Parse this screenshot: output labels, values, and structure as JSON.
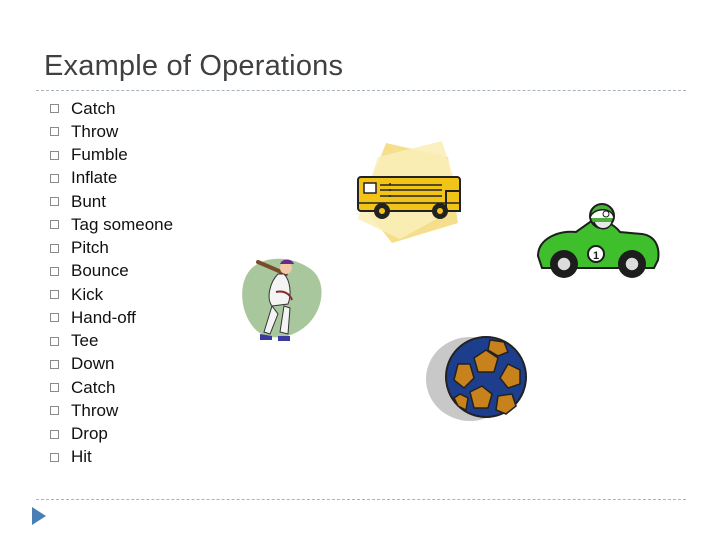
{
  "slide": {
    "title": "Example of Operations",
    "operations": [
      "Catch",
      "Throw",
      "Fumble",
      "Inflate",
      "Bunt",
      "Tag someone",
      "Pitch",
      "Bounce",
      "Kick",
      "Hand-off",
      "Tee",
      "Down",
      "Catch",
      "Throw",
      "Drop",
      "Hit"
    ]
  },
  "clipart": [
    {
      "name": "school-bus-clipart",
      "caption_color": "#f2c417"
    },
    {
      "name": "race-car-clipart",
      "body_color": "#3fbf2b"
    },
    {
      "name": "baseball-batter-clipart",
      "bg_color": "#a9c79c"
    },
    {
      "name": "soccer-ball-clipart",
      "panel_colors": [
        "#c7821c",
        "#1c3e8c"
      ]
    }
  ],
  "nav": {
    "icon": "next-slide-arrow-icon"
  }
}
